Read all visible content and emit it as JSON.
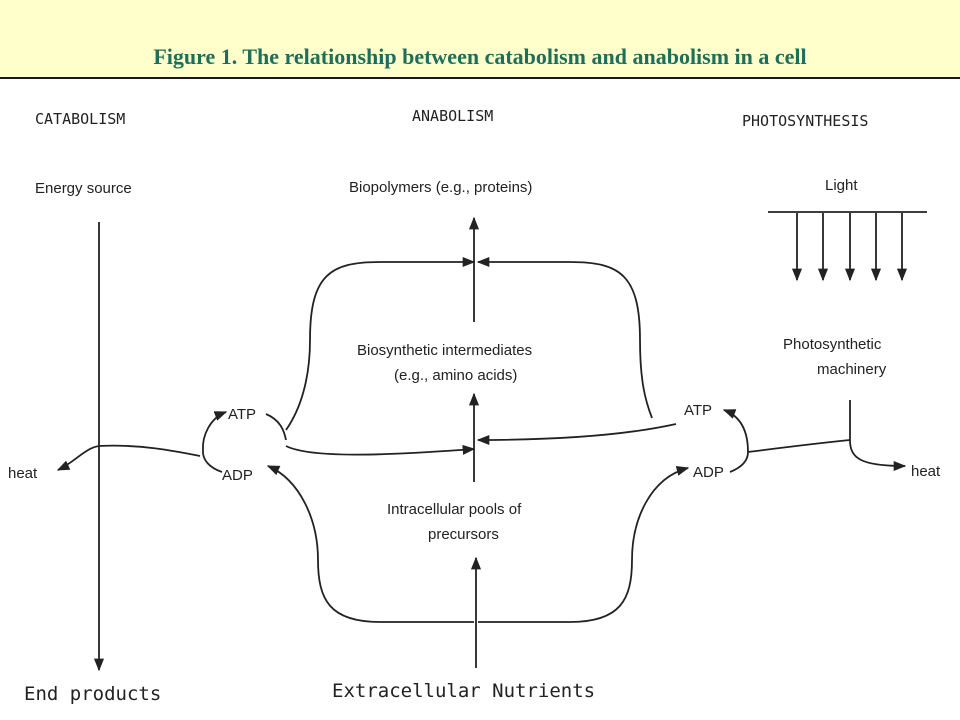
{
  "title": "Figure 1. The relationship between catabolism and anabolism in a cell",
  "colors": {
    "header_bg": "#ffffcc",
    "title": "#1e6e5a",
    "ink": "#222222"
  },
  "sections": {
    "catabolism": "CATABOLISM",
    "anabolism": "ANABOLISM",
    "photosynthesis": "PHOTOSYNTHESIS"
  },
  "labels": {
    "energy_source": "Energy source",
    "end_products": "End products",
    "heat_left": "heat",
    "atp_left": "ATP",
    "adp_left": "ADP",
    "biopolymers": "Biopolymers (e.g., proteins)",
    "intermediates_1": "Biosynthetic intermediates",
    "intermediates_2": "(e.g., amino acids)",
    "pools_1": "Intracellular pools of",
    "pools_2": "precursors",
    "extracellular": "Extracellular Nutrients",
    "light": "Light",
    "machinery_1": "Photosynthetic",
    "machinery_2": "machinery",
    "atp_right": "ATP",
    "adp_right": "ADP",
    "heat_right": "heat"
  }
}
